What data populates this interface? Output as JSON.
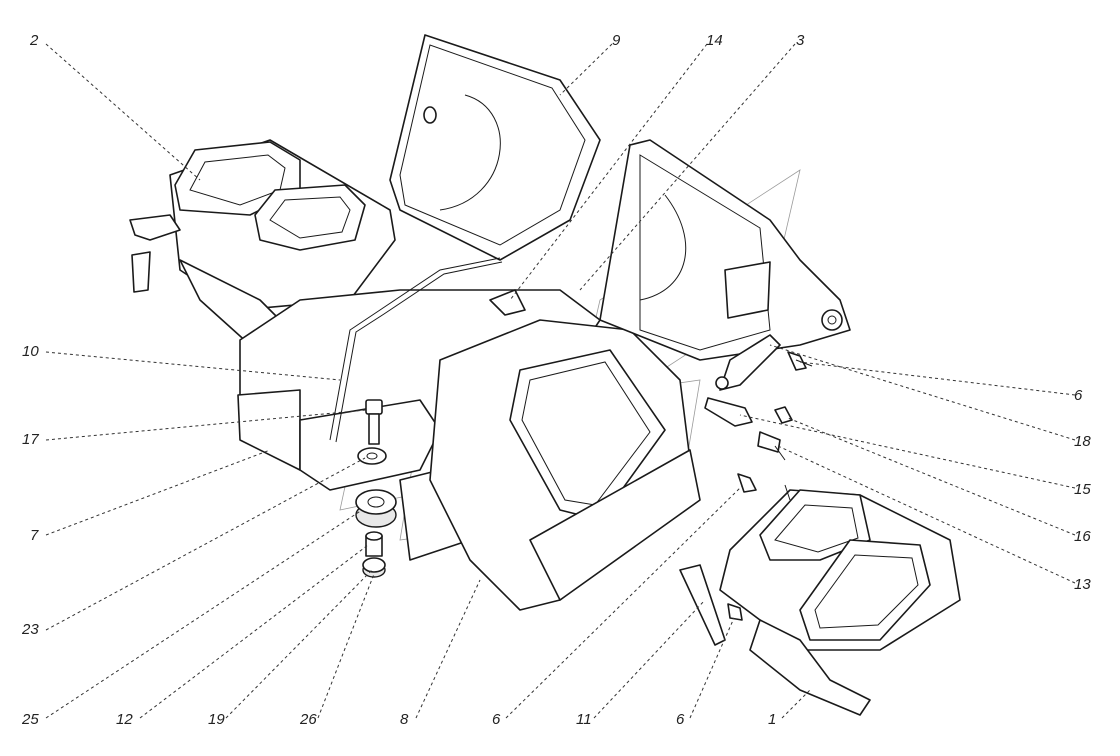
{
  "callouts": [
    {
      "id": "2"
    },
    {
      "id": "9"
    },
    {
      "id": "14"
    },
    {
      "id": "3"
    },
    {
      "id": "10"
    },
    {
      "id": "17"
    },
    {
      "id": "7"
    },
    {
      "id": "23"
    },
    {
      "id": "25"
    },
    {
      "id": "12"
    },
    {
      "id": "19"
    },
    {
      "id": "26"
    },
    {
      "id": "8"
    },
    {
      "id": "6a"
    },
    {
      "id": "11"
    },
    {
      "id": "6b"
    },
    {
      "id": "1"
    },
    {
      "id": "6c"
    },
    {
      "id": "18"
    },
    {
      "id": "15"
    },
    {
      "id": "16"
    },
    {
      "id": "13"
    }
  ],
  "labels": {
    "c2": "2",
    "c9": "9",
    "c14": "14",
    "c3": "3",
    "c10": "10",
    "c17": "17",
    "c7": "7",
    "c23": "23",
    "c25": "25",
    "c12": "12",
    "c19": "19",
    "c26": "26",
    "c8": "8",
    "c6a": "6",
    "c11": "11",
    "c6b": "6",
    "c1": "1",
    "c6c": "6",
    "c18": "18",
    "c15": "15",
    "c16": "16",
    "c13": "13"
  }
}
